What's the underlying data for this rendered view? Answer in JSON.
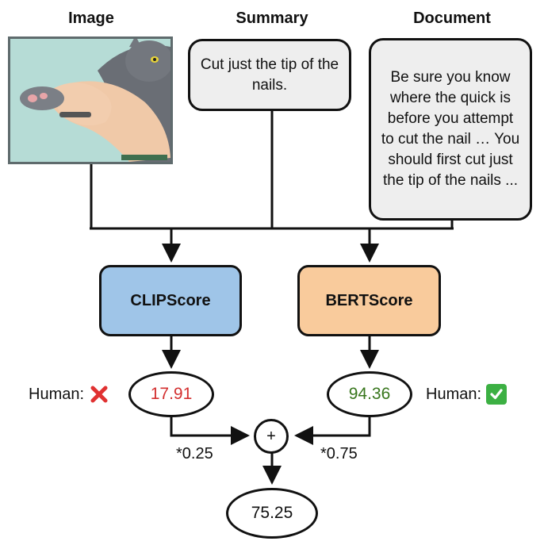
{
  "columns": {
    "image": "Image",
    "summary": "Summary",
    "document": "Document"
  },
  "summary_text": "Cut just the tip of the nails.",
  "document_text": "Be sure you know where the quick is before you attempt to cut the nail … You should first cut just the tip of the nails ...",
  "image_caption": "",
  "clip": {
    "label": "CLIPScore",
    "score": "17.91",
    "score_color": "#d32f2f",
    "box_color": "#9fc5e8",
    "human_label": "Human:",
    "human_verdict": "cross-mark-icon",
    "weight": "*0.25"
  },
  "bert": {
    "label": "BERTScore",
    "score": "94.36",
    "score_color": "#38761d",
    "box_color": "#f9cb9c",
    "human_label": "Human:",
    "human_verdict": "check-mark-icon",
    "weight": "*0.75"
  },
  "combine": {
    "operator": "+",
    "result": "75.25"
  },
  "colors": {
    "cross": "#e03131",
    "check": "#3cb043",
    "line": "#111111"
  }
}
